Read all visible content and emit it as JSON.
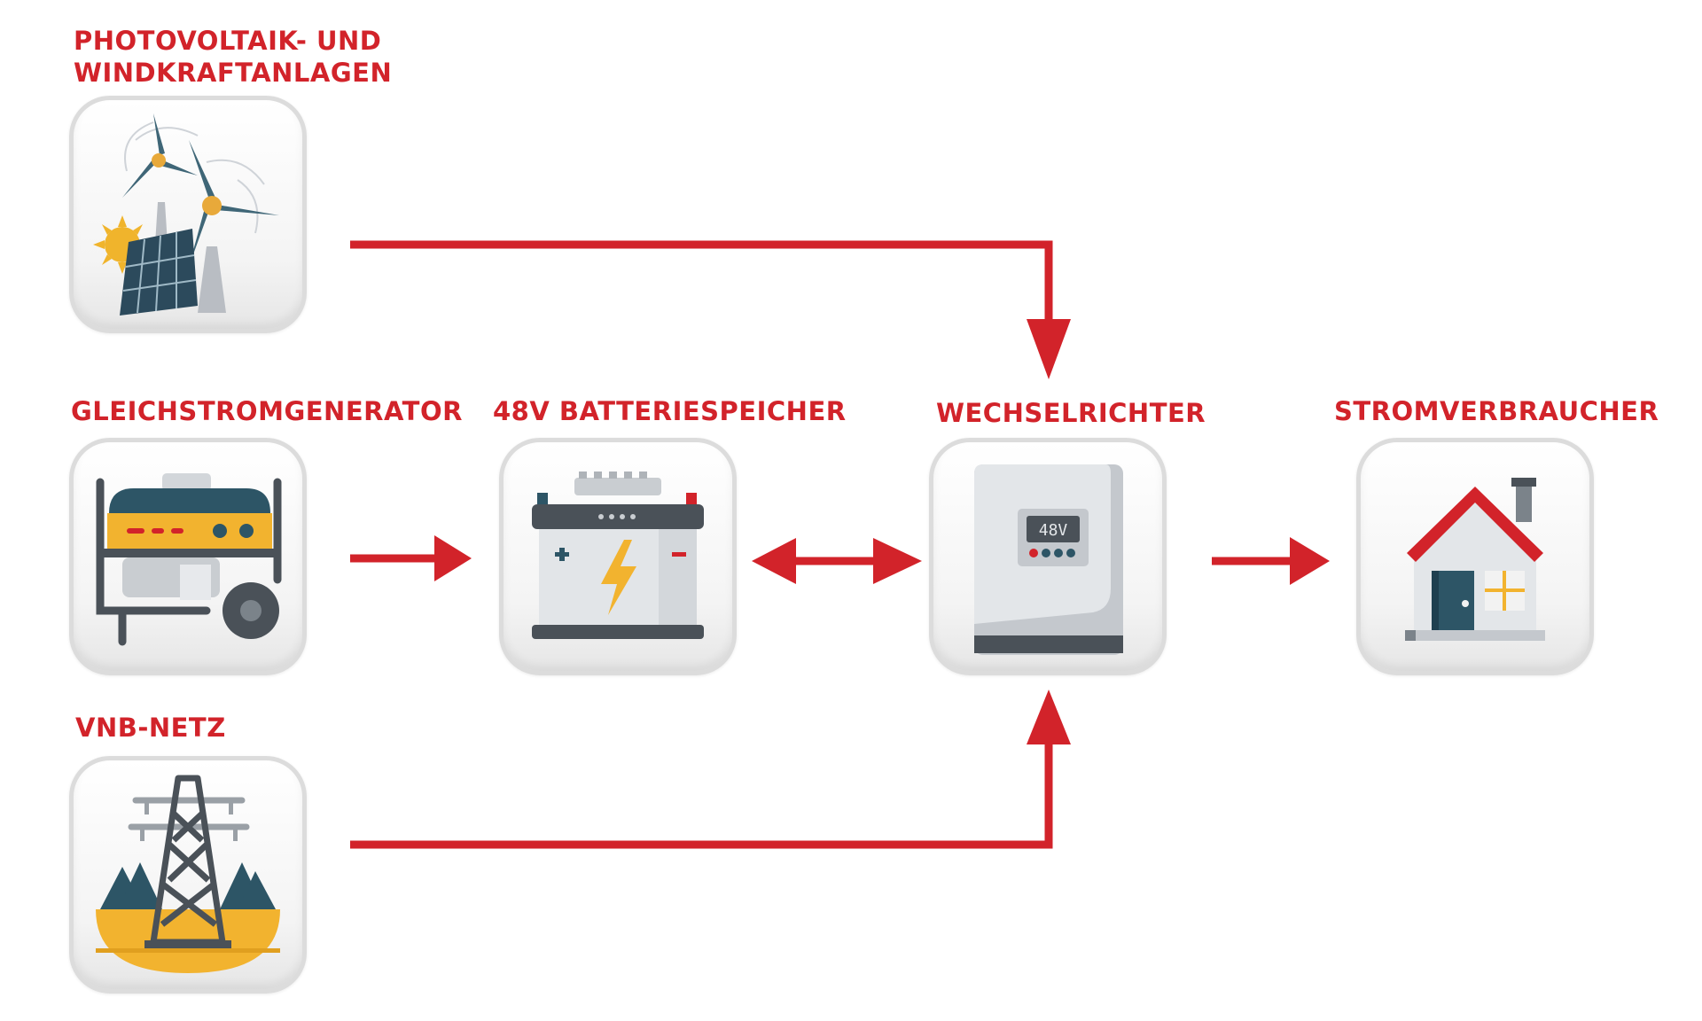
{
  "nodes": {
    "renewables": {
      "line1": "PHOTOVOLTAIK- UND",
      "line2": "WINDKRAFTANLAGEN"
    },
    "dc_generator": {
      "label": "GLEICHSTROMGENERATOR"
    },
    "battery": {
      "label": "48V BATTERIESPEICHER"
    },
    "inverter": {
      "label": "WECHSELRICHTER",
      "display": "48V"
    },
    "consumer": {
      "label": "STROMVERBRAUCHER"
    },
    "grid": {
      "label": "VNB-NETZ"
    }
  },
  "edges": [
    {
      "from": "renewables",
      "to": "inverter"
    },
    {
      "from": "dc_generator",
      "to": "battery"
    },
    {
      "from": "battery",
      "to": "inverter",
      "bidirectional": true
    },
    {
      "from": "inverter",
      "to": "consumer"
    },
    {
      "from": "grid",
      "to": "inverter"
    }
  ],
  "colors": {
    "accent": "#d2232a",
    "tile_border": "#dcdcdc"
  }
}
